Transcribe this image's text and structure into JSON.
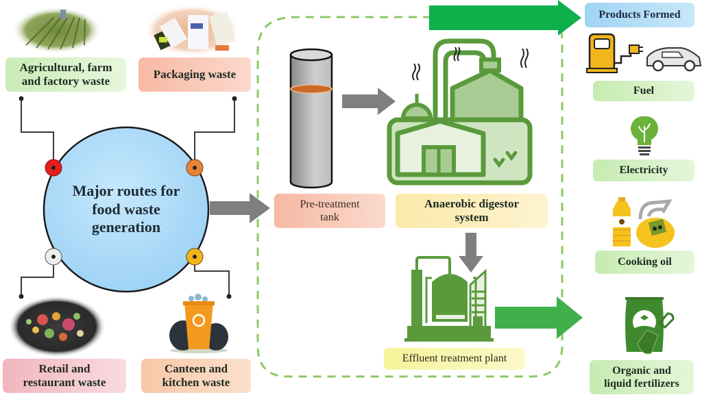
{
  "center": {
    "title": "Major routes for food waste generation",
    "line1": "Major routes for",
    "line2": "food waste",
    "line3": "generation"
  },
  "sources": [
    {
      "line1": "Agricultural, farm",
      "line2": "and factory waste",
      "dot_color": "#e41e1e",
      "image": "crop-field-photo"
    },
    {
      "line1": "Packaging waste",
      "dot_color": "#e8843a",
      "image": "packaging-photo"
    },
    {
      "line1": "Retail and",
      "line2": "restaurant waste",
      "dot_color": "#eeeeee",
      "image": "food-scraps-photo"
    },
    {
      "line1": "Canteen and",
      "line2": "kitchen waste",
      "dot_color": "#f2b51c",
      "image": "recycle-bin-icon"
    }
  ],
  "process": {
    "pretreatment": {
      "line1": "Pre-treatment",
      "line2": "tank"
    },
    "digestor": {
      "line1": "Anaerobic digestor",
      "line2": "system"
    },
    "effluent": {
      "label": "Effluent treatment plant"
    }
  },
  "products": {
    "header": "Products Formed",
    "items": [
      {
        "label": "Fuel",
        "icon": "fuel-pump-car-icon"
      },
      {
        "label": "Electricity",
        "icon": "lightbulb-icon"
      },
      {
        "label": "Cooking oil",
        "icon": "oil-bottle-icon"
      },
      {
        "line1": "Organic and",
        "line2": "liquid fertilizers",
        "icon": "fertilizer-bag-icon"
      }
    ]
  },
  "colors": {
    "process_green": "#5a9a3c",
    "arrow_green": "#0db04b",
    "arrow_grey": "#7f7f7f",
    "circle_fill": "#b3defa",
    "dash_green": "#8cc866"
  }
}
